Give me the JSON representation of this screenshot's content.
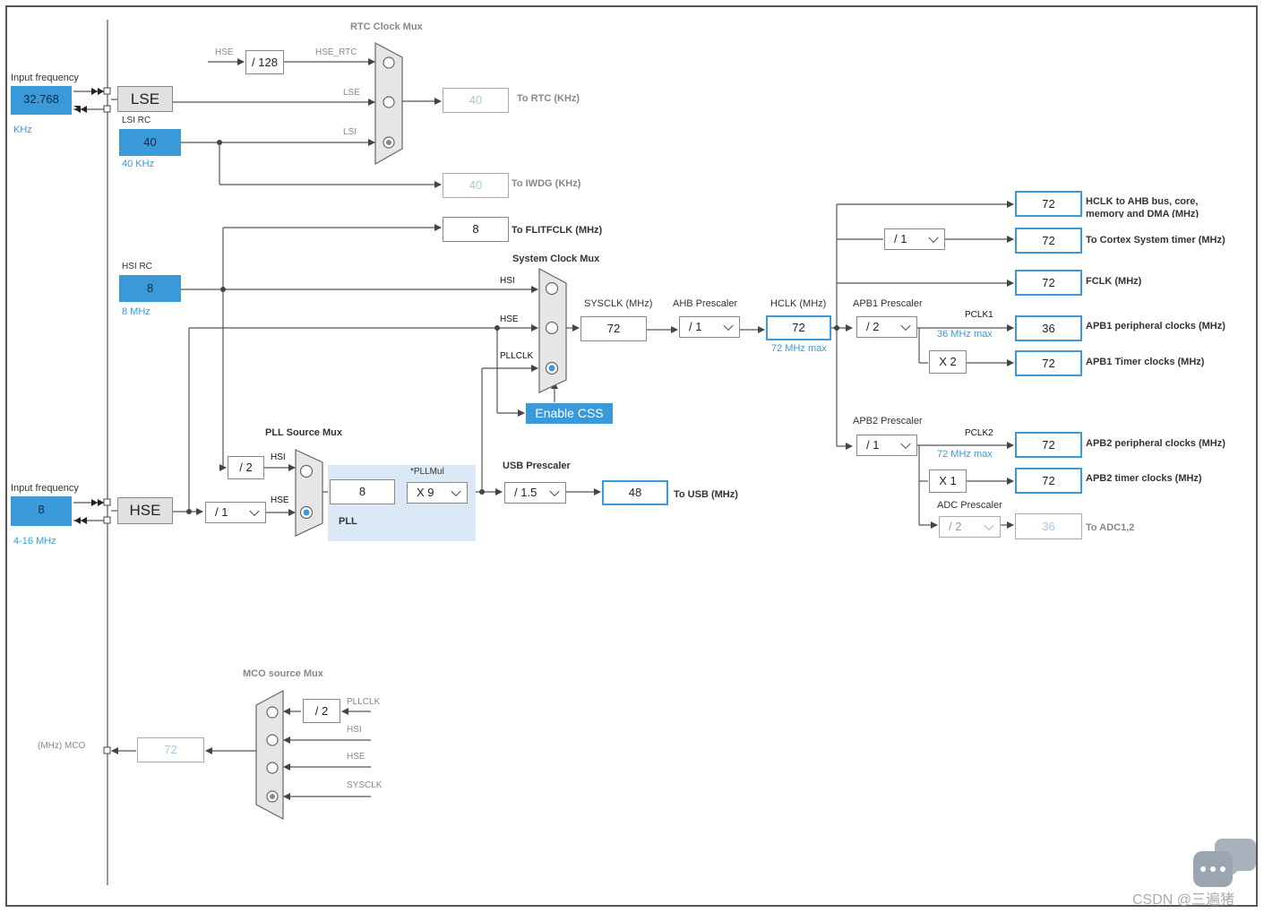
{
  "input_lse": {
    "label": "Input frequency",
    "value": "32.768",
    "unit": "KHz"
  },
  "lse_block": "LSE",
  "lsi": {
    "label": "LSI RC",
    "value": "40",
    "unit": "40 KHz"
  },
  "hsi": {
    "label": "HSI RC",
    "value": "8",
    "unit": "8 MHz"
  },
  "input_hse": {
    "label": "Input frequency",
    "value": "8",
    "unit": "4-16 MHz"
  },
  "hse_block": "HSE",
  "rtc": {
    "title": "RTC Clock Mux",
    "hse_label": "HSE",
    "div128": "/ 128",
    "hse_rtc": "HSE_RTC",
    "lse": "LSE",
    "lsi": "LSI",
    "out_value": "40",
    "out_label": "To RTC (KHz)"
  },
  "iwdg": {
    "value": "40",
    "label": "To IWDG (KHz)"
  },
  "flitf": {
    "value": "8",
    "label": "To FLITFCLK (MHz)"
  },
  "sysmux": {
    "title": "System Clock Mux",
    "hsi": "HSI",
    "hse": "HSE",
    "pllclk": "PLLCLK"
  },
  "sysclk": {
    "label": "SYSCLK (MHz)",
    "value": "72"
  },
  "ahb": {
    "label": "AHB Prescaler",
    "value": "/ 1"
  },
  "hclk": {
    "label": "HCLK (MHz)",
    "value": "72",
    "note": "72 MHz max"
  },
  "css_button": "Enable CSS",
  "pllsrc": {
    "title": "PLL Source Mux",
    "hsi": "HSI",
    "hse": "HSE",
    "hsi_div": "/ 2",
    "hse_div": "/ 1"
  },
  "pll": {
    "label": "PLL",
    "value": "8",
    "mul_label": "*PLLMul",
    "mul": "X 9"
  },
  "usb": {
    "label": "USB Prescaler",
    "value": "/ 1.5",
    "out": "48",
    "out_label": "To USB (MHz)"
  },
  "outputs": {
    "hclk_ahb": {
      "value": "72",
      "label": "HCLK to AHB bus, core, memory and DMA (MHz)"
    },
    "cortex_div": "/ 1",
    "cortex": {
      "value": "72",
      "label": "To Cortex System timer (MHz)"
    },
    "fclk": {
      "value": "72",
      "label": "FCLK (MHz)"
    },
    "apb1_prescaler": {
      "label": "APB1 Prescaler",
      "value": "/ 2"
    },
    "pclk1": {
      "label": "PCLK1",
      "note": "36 MHz max"
    },
    "apb1_periph": {
      "value": "36",
      "label": "APB1 peripheral clocks (MHz)"
    },
    "apb1_x": "X 2",
    "apb1_timer": {
      "value": "72",
      "label": "APB1 Timer clocks (MHz)"
    },
    "apb2_prescaler": {
      "label": "APB2 Prescaler",
      "value": "/ 1"
    },
    "pclk2": {
      "label": "PCLK2",
      "note": "72 MHz max"
    },
    "apb2_periph": {
      "value": "72",
      "label": "APB2 peripheral clocks (MHz)"
    },
    "apb2_x": "X 1",
    "apb2_timer": {
      "value": "72",
      "label": "APB2 timer clocks (MHz)"
    },
    "adc_prescaler": {
      "label": "ADC Prescaler",
      "value": "/ 2"
    },
    "adc": {
      "value": "36",
      "label": "To ADC1,2"
    }
  },
  "mco": {
    "title": "MCO source Mux",
    "div": "/ 2",
    "pllclk": "PLLCLK",
    "hsi": "HSI",
    "hse": "HSE",
    "sysclk": "SYSCLK",
    "value": "72",
    "label": "(MHz) MCO"
  },
  "watermark": "CSDN @三遍猪"
}
